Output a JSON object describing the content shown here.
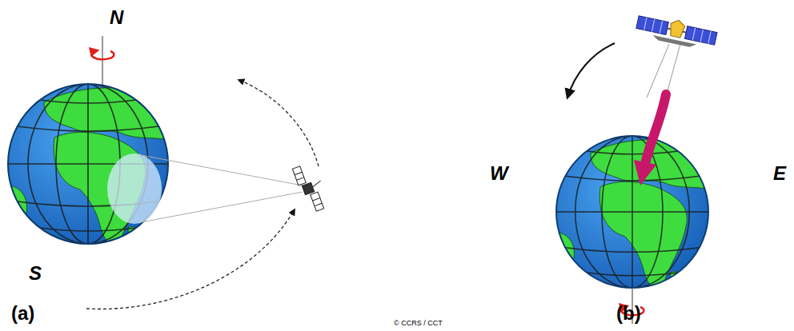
{
  "diagram": {
    "labels": [
      "N",
      "S",
      "(a)",
      "© CCRS / CCT",
      "W",
      "(b)",
      "E"
    ]
  }
}
